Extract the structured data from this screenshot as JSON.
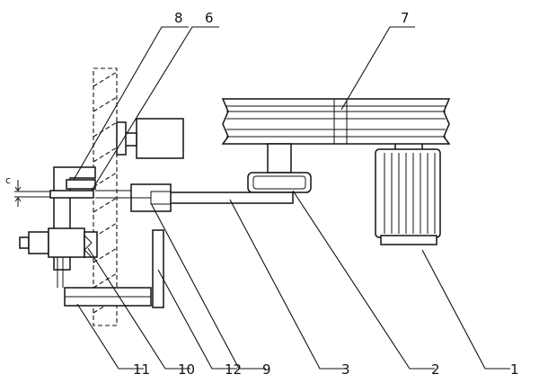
{
  "labels": {
    "l1": "1",
    "l2": "2",
    "l3": "3",
    "l6": "6",
    "l7": "7",
    "l8": "8",
    "l9": "9",
    "l10": "10",
    "l11": "11",
    "l12": "12",
    "dim_c": "c"
  },
  "colors": {
    "line": "#111111",
    "background": "#ffffff"
  }
}
